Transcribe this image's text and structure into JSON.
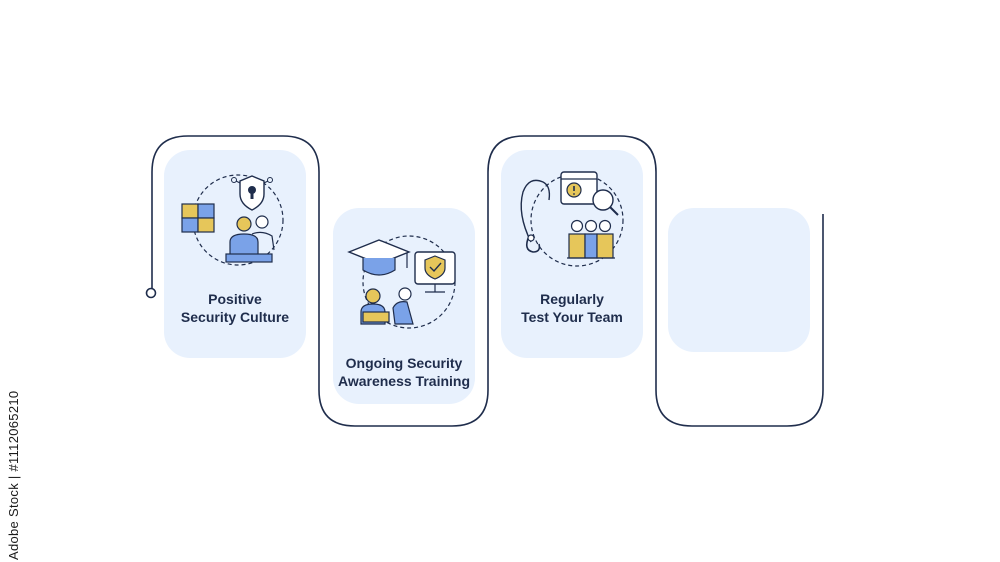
{
  "steps": [
    {
      "label_line1": "Positive",
      "label_line2": "Security Culture",
      "icon": "team-shield-icon"
    },
    {
      "label_line1": "Ongoing Security",
      "label_line2": "Awareness Training",
      "icon": "graduation-training-icon"
    },
    {
      "label_line1": "Regularly",
      "label_line2": "Test Your Team",
      "icon": "phishing-test-icon"
    },
    {
      "label_line1": "",
      "label_line2": "",
      "icon": ""
    }
  ],
  "watermark": "Adobe Stock | #1112065210",
  "colors": {
    "card": "#e8f1fd",
    "line": "#1f2d4c",
    "icon_blue": "#7aa2e8",
    "icon_yellow": "#e6c65a"
  }
}
